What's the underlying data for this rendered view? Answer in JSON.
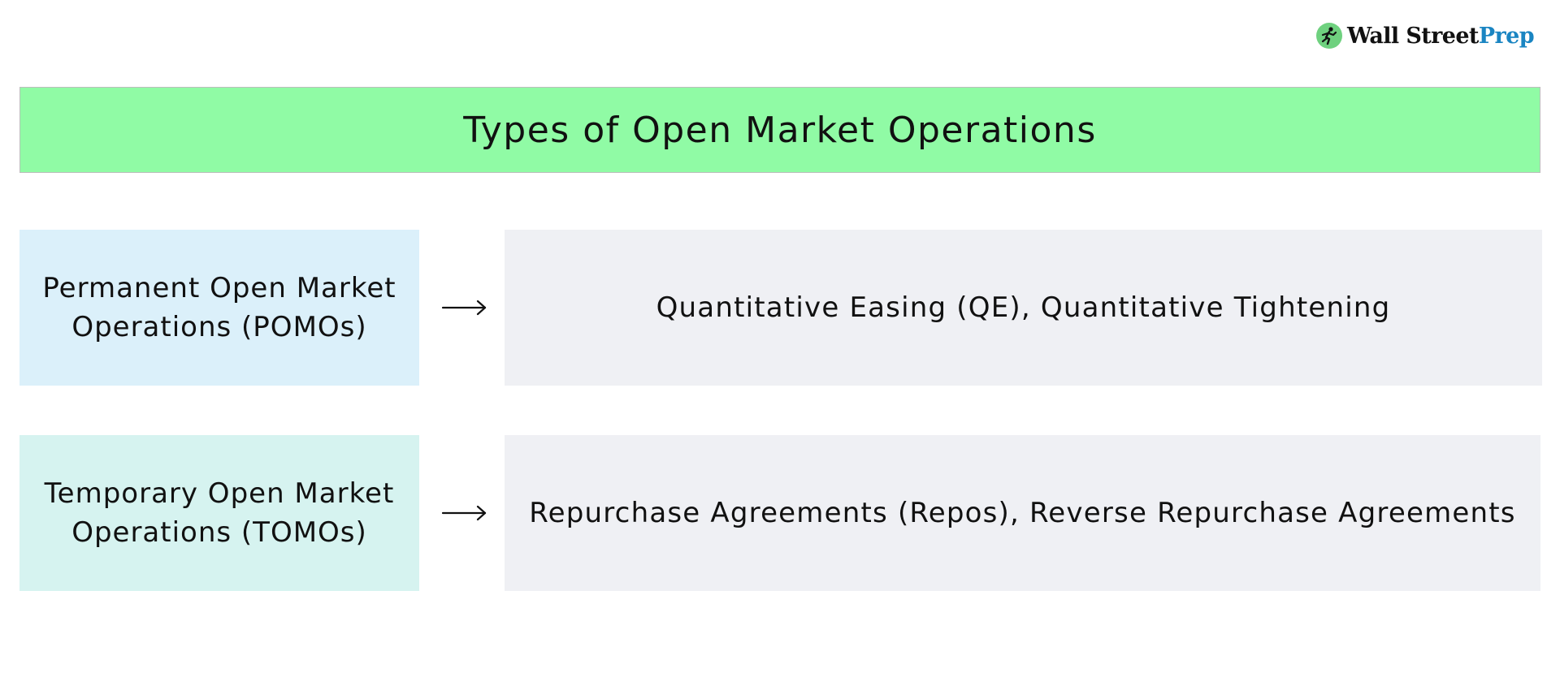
{
  "logo": {
    "icon": "running-figure-icon",
    "brand_primary": "Wall Street",
    "brand_secondary": "Prep",
    "colors": {
      "mark": "#6fd17f",
      "secondary_text": "#1a85c2"
    }
  },
  "title": "Types of Open Market Operations",
  "rows": [
    {
      "type_line1": "Permanent Open Market",
      "type_line2": "Operations (POMOs)",
      "arrow_icon": "long-right-arrow-icon",
      "examples": "Quantitative Easing (QE), Quantitative Tightening"
    },
    {
      "type_line1": "Temporary Open Market",
      "type_line2": "Operations (TOMOs)",
      "arrow_icon": "long-right-arrow-icon",
      "examples": "Repurchase Agreements (Repos), Reverse Repurchase Agreements"
    }
  ],
  "colors": {
    "title_background": "#90fba5",
    "pomo_background": "#dbf0fa",
    "tomo_background": "#d6f3f0",
    "example_background": "#eff0f4"
  }
}
